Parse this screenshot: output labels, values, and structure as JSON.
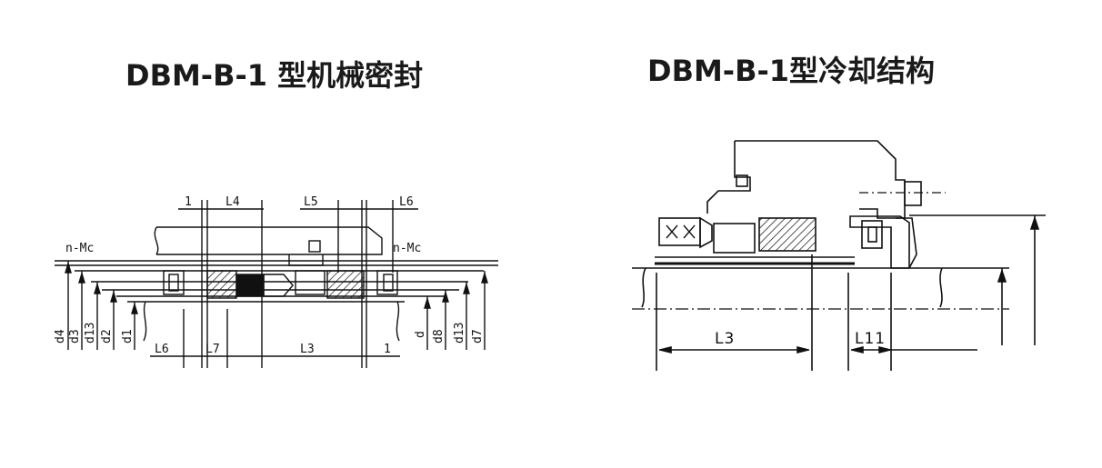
{
  "titles": {
    "left": "DBM-B-1 型机械密封",
    "right": "DBM-B-1型冷却结构"
  },
  "left_drawing": {
    "top_dims": [
      "1",
      "L4",
      "L5",
      "L6"
    ],
    "side_labels": [
      "n-Mc",
      "n-Mc"
    ],
    "left_diameters": [
      "d4",
      "d3",
      "d13",
      "d2",
      "d1"
    ],
    "right_diameters": [
      "d",
      "d8",
      "d13",
      "d7"
    ],
    "bottom_dims": [
      "L6",
      "L7",
      "L3",
      "1"
    ]
  },
  "right_drawing": {
    "bottom_dims": [
      "L3",
      "L11"
    ]
  }
}
